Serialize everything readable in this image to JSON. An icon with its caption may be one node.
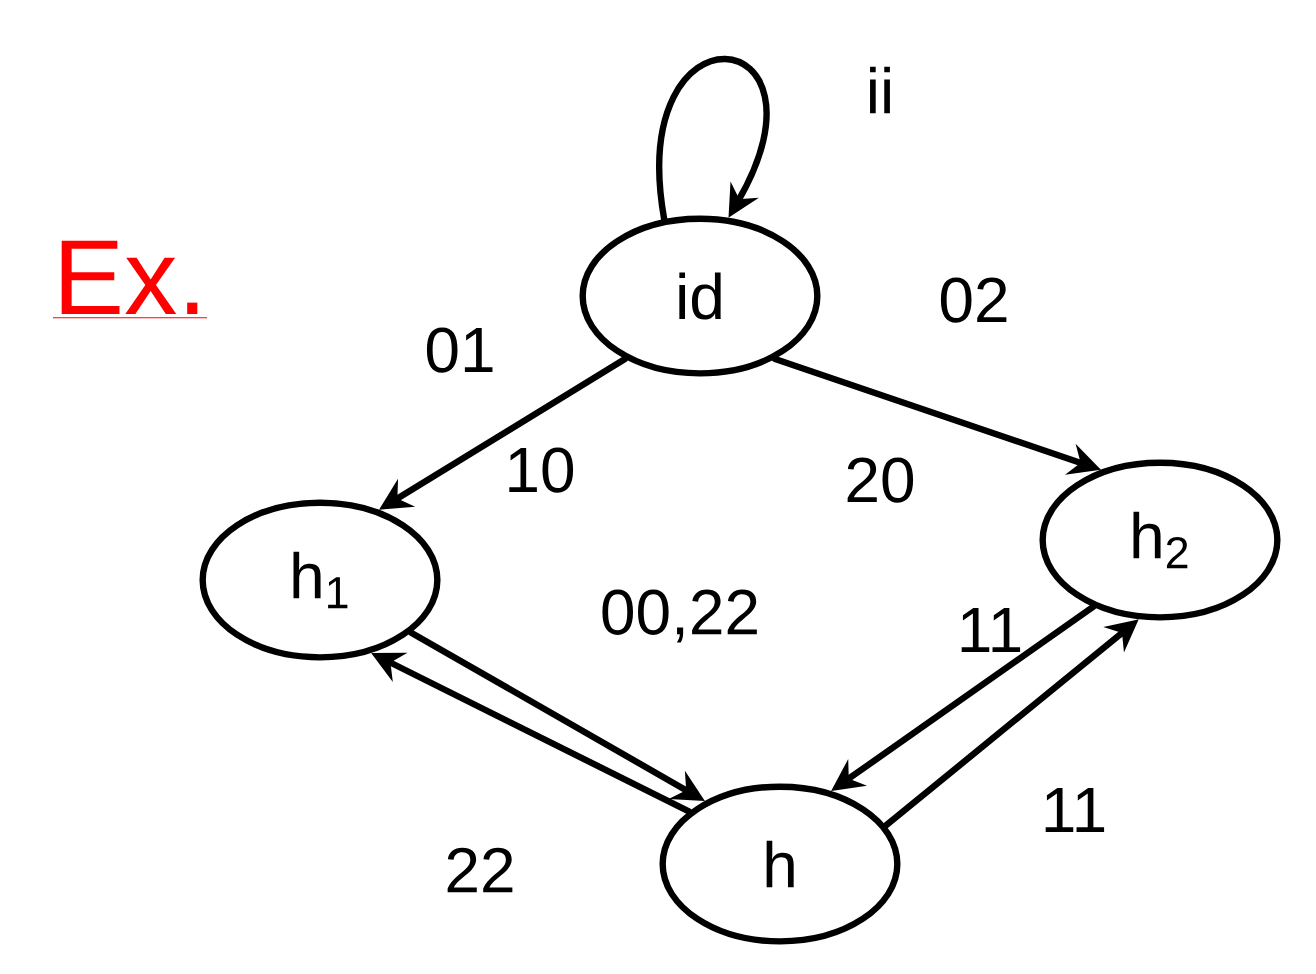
{
  "diagram": {
    "nodes": [
      {
        "text": [
          "id"
        ]
      },
      {
        "text": [
          "h$_{1}$"
        ]
      },
      {
        "text": [
          "h$_{2}$"
        ]
      },
      {
        "text": [
          "h"
        ]
      }
    ],
    "edges": [
      {
        "from": 0,
        "to": 0,
        "arrow": "to",
        "label": "ii"
      },
      {
        "from": 0,
        "to": 1,
        "arrow": "to",
        "label": "01"
      },
      {
        "from": 0,
        "to": 2,
        "arrow": "to",
        "label": "02"
      },
      {
        "from": 1,
        "to": 3,
        "arrow": "to",
        "label": "00,22"
      },
      {
        "from": 3,
        "to": 1,
        "arrow": "to",
        "label": "22"
      },
      {
        "from": 2,
        "to": 3,
        "arrow": "to",
        "label": "11"
      },
      {
        "from": 3,
        "to": 2,
        "arrow": "to",
        "label": "11"
      }
    ],
    "labels": [
      "Ex.",
      "10",
      "20"
    ]
  }
}
